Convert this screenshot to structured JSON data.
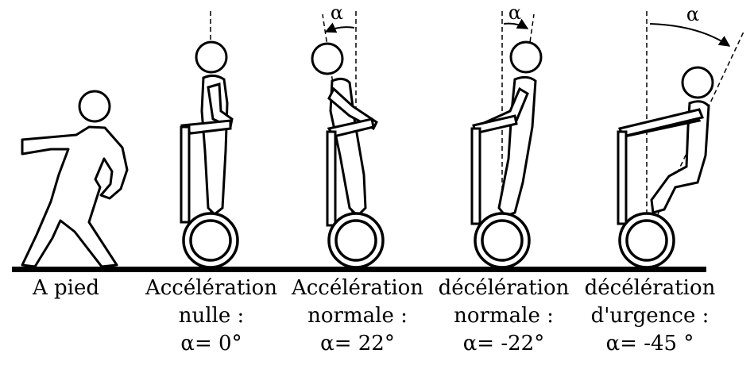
{
  "alpha_symbol": "α",
  "figures": [
    {
      "id": "walk",
      "lines": [
        "A pied"
      ]
    },
    {
      "id": "zero",
      "lines": [
        "Accélération",
        "nulle :",
        "α= 0°"
      ]
    },
    {
      "id": "accel",
      "lines": [
        "Accélération",
        "normale :",
        "α= 22°"
      ]
    },
    {
      "id": "decel",
      "lines": [
        "décélération",
        "normale :",
        "α= -22°"
      ]
    },
    {
      "id": "urgent",
      "lines": [
        "décélération",
        "d'urgence :",
        "α= -45 °"
      ]
    }
  ]
}
